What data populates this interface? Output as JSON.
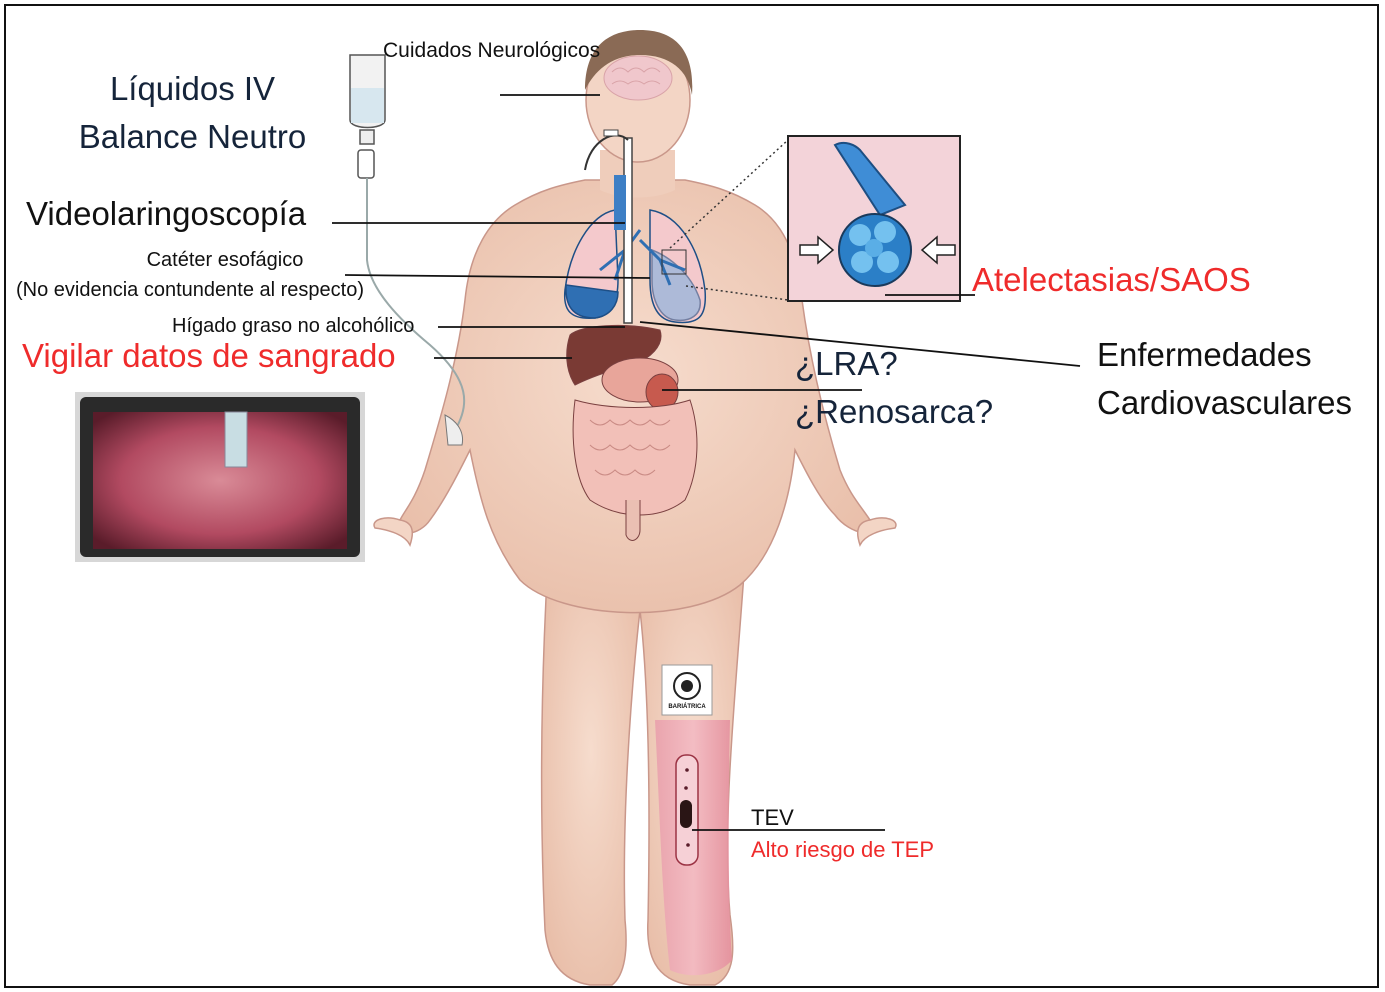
{
  "labels": {
    "liquidos_line1": "Líquidos IV",
    "liquidos_line2": "Balance Neutro",
    "cuidados": "Cuidados Neurológicos",
    "videolaringoscopia": "Videolaringoscopía",
    "cateter": "Catéter esofágico",
    "no_evidencia": "(No evidencia contundente al respecto)",
    "higado": "Hígado graso no alcohólico",
    "vigilar": "Vigilar datos de sangrado",
    "atelectasias": "Atelectasias/SAOS",
    "lra": "¿LRA?",
    "renosarca": "¿Renosarca?",
    "enfermedades_line1": "Enfermedades",
    "enfermedades_line2": "Cardiovasculares",
    "tev": "TEV",
    "alto_riesgo": "Alto riesgo de TEP",
    "logo_text": "BARIÁTRICA"
  },
  "colors": {
    "skin": "#f2d2c1",
    "skin_shadow": "#e5b9a5",
    "lung_dark": "#2f6fb3",
    "lung_light": "#f4c9cc",
    "liver": "#7a3a34",
    "leg_highlight": "#e79aa6",
    "red_text": "#ef2b2b",
    "navy_text": "#15243a"
  }
}
